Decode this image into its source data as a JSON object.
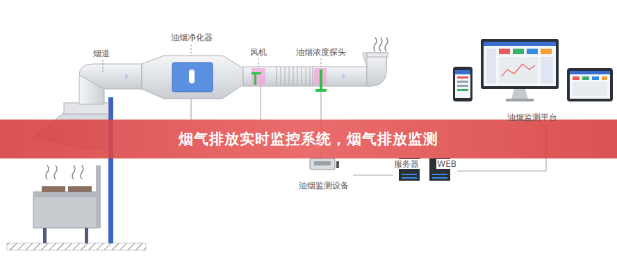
{
  "diagram": {
    "title": "烟气排放实时监控系统，烟气排放监测",
    "nodes": [
      {
        "text": [
          "油烟监测设备"
        ]
      },
      {
        "text": [
          "服务器",
          "WEB"
        ]
      },
      {
        "text": [
          "油烟监测平台"
        ]
      }
    ],
    "edges": [
      {
        "from": 0,
        "to": 1,
        "arrow": "none"
      },
      {
        "from": 1,
        "to": 2,
        "arrow": "none"
      }
    ],
    "labels": [
      "烟道",
      "油烟净化器",
      "风机",
      "油烟浓度探头"
    ]
  }
}
